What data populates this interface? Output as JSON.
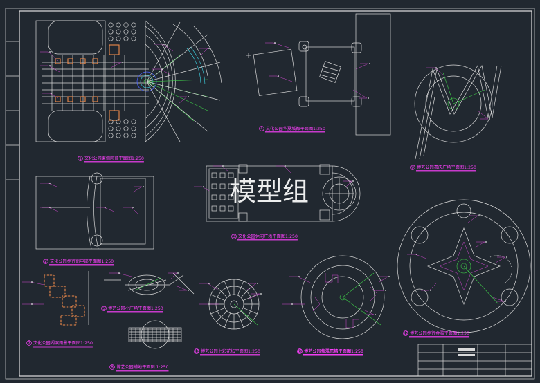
{
  "watermark": "模型组",
  "drawings": [
    {
      "number": "1",
      "title": "文化公园東侧园育平面图1:250"
    },
    {
      "number": "2",
      "title": "文化公园步行街中部平面图1:250"
    },
    {
      "number": "3",
      "title": "文化公园休闲广场平面图1:250"
    },
    {
      "number": "4",
      "title": "文化公园华夏城都平面图1:250"
    },
    {
      "number": "5",
      "title": "博艺公园小广场平面图1:250"
    },
    {
      "number": "6",
      "title": "博艺公园仙雅风情平面图1:250"
    },
    {
      "number": "7",
      "title": "文化公园湖滨雨景平面图1:250"
    },
    {
      "number": "8",
      "title": "博艺公园铺地平面图   1:250"
    },
    {
      "number": "9",
      "title": "博艺公园喜庆广场平面图1:250"
    },
    {
      "number": "10",
      "title": "博艺公园音乐广场平面图1:250"
    },
    {
      "number": "11",
      "title": "博艺公园七彩花坛平面图1:250"
    },
    {
      "number": "12",
      "title": "博艺公园步行金雅平面图1:250"
    }
  ]
}
